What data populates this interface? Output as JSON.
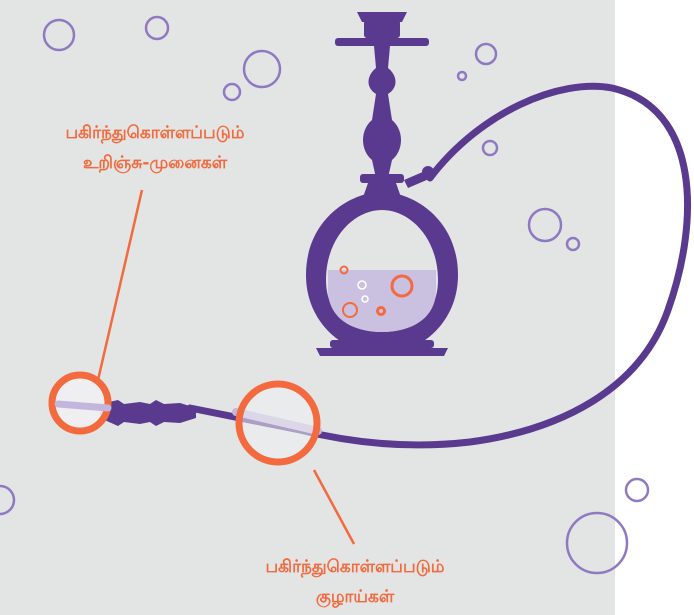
{
  "colors": {
    "background_panel": "#e3e4e4",
    "accent_orange": "#f26a3d",
    "hookah_purple": "#5a3a8e",
    "bubble_outline": "#8f7ac2",
    "water": "#c9c1df"
  },
  "labels": {
    "shared_mouthpieces_line1": "பகிர்ந்துகொள்ளப்படும்",
    "shared_mouthpieces_line2": "உறிஞ்சு-முனைகள்",
    "shared_hoses_line1": "பகிர்ந்துகொள்ளப்படும்",
    "shared_hoses_line2": "குழாய்கள்"
  }
}
